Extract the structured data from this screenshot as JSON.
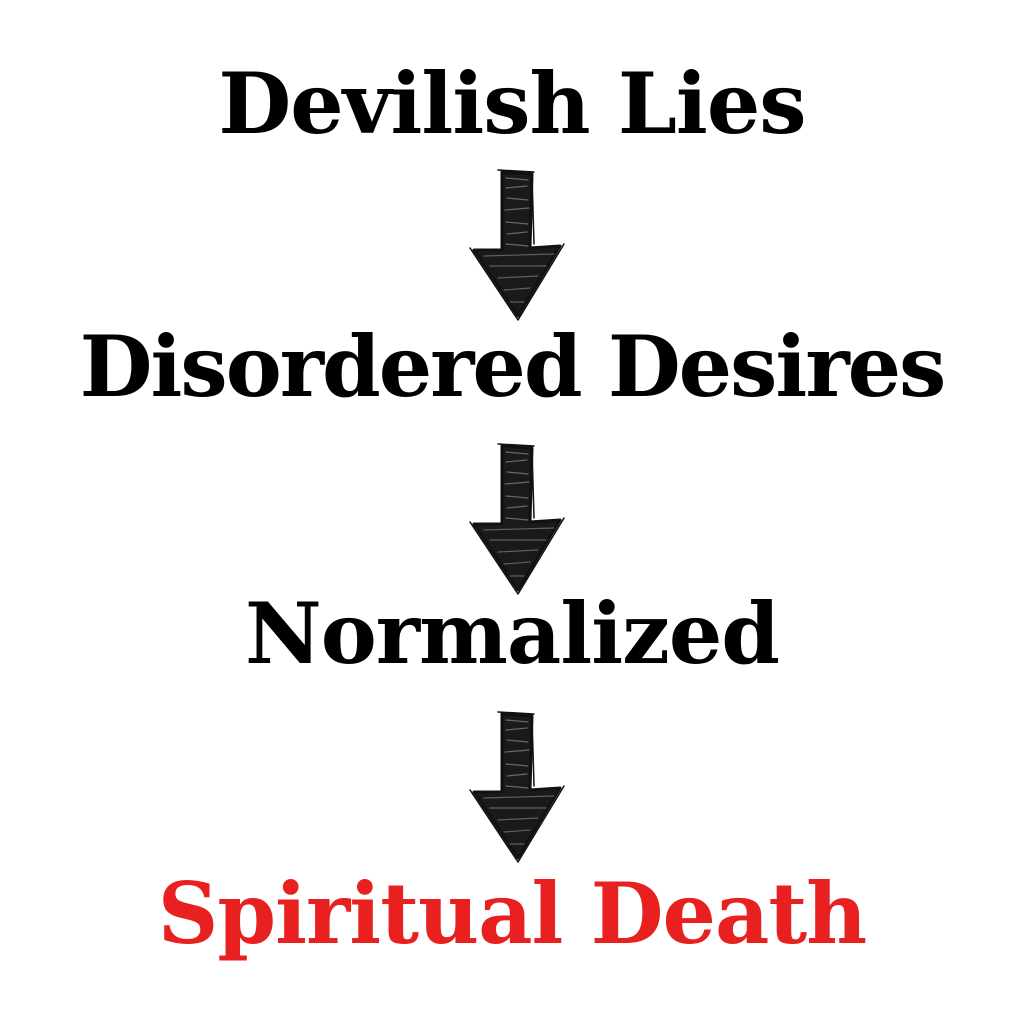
{
  "steps": [
    {
      "label": "Devilish Lies",
      "color": "#000000"
    },
    {
      "label": "Disordered Desires",
      "color": "#000000"
    },
    {
      "label": "Normalized",
      "color": "#000000"
    },
    {
      "label": "Spiritual Death",
      "color": "#e8201f"
    }
  ],
  "arrow_icon": "hand-drawn-down-arrow-icon",
  "arrow_color": "#111111"
}
